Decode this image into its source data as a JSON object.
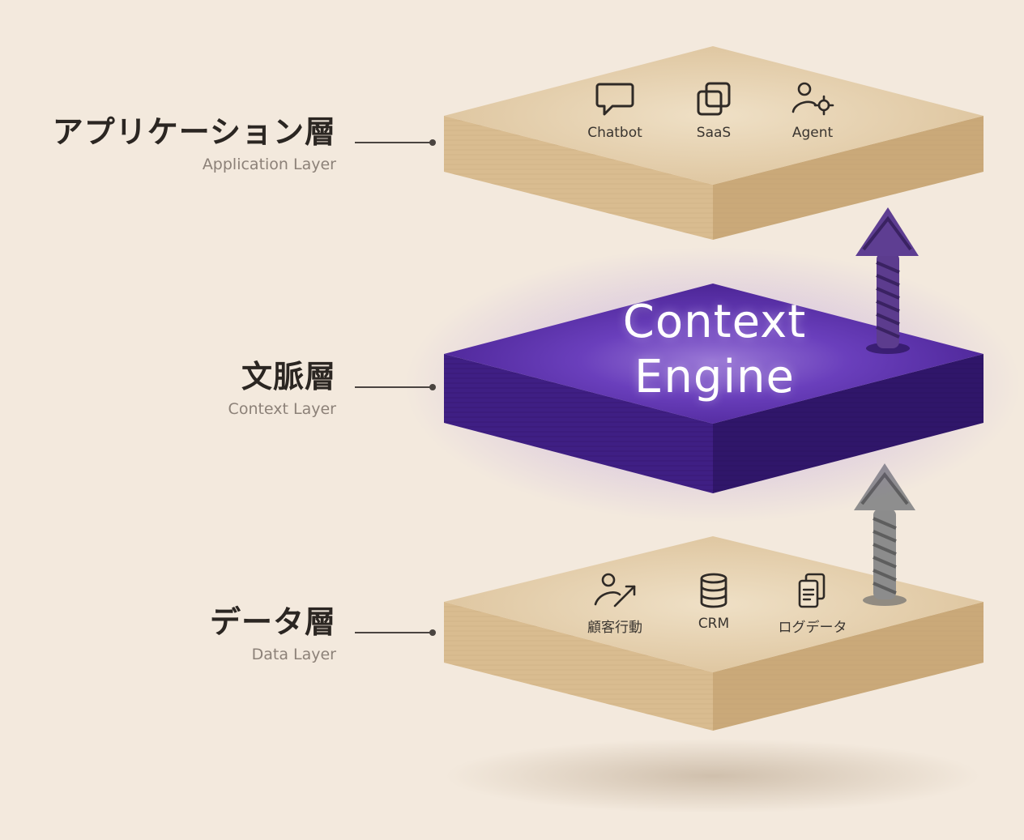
{
  "layers": {
    "application": {
      "title_ja": "アプリケーション層",
      "title_en": "Application Layer",
      "items": [
        {
          "label": "Chatbot",
          "icon": "chat-bubble-icon"
        },
        {
          "label": "SaaS",
          "icon": "stacked-squares-icon"
        },
        {
          "label": "Agent",
          "icon": "person-target-icon"
        }
      ]
    },
    "context": {
      "title_ja": "文脈層",
      "title_en": "Context Layer",
      "engine_line1": "Context",
      "engine_line2": "Engine"
    },
    "data": {
      "title_ja": "データ層",
      "title_en": "Data Layer",
      "items": [
        {
          "label": "顧客行動",
          "icon": "person-trend-icon"
        },
        {
          "label": "CRM",
          "icon": "database-icon"
        },
        {
          "label": "ログデータ",
          "icon": "documents-icon"
        }
      ]
    }
  },
  "colors": {
    "background": "#f3e9dd",
    "wood_top": "#e6d3b6",
    "wood_side_left": "#d8bb8e",
    "wood_side_right": "#c9a878",
    "purple_top": "#6b3fb8",
    "purple_side_left": "#3f1f82",
    "purple_side_right": "#2f1567",
    "rope_purple": "#5a3a8a",
    "rope_gray": "#8a8a8a"
  }
}
